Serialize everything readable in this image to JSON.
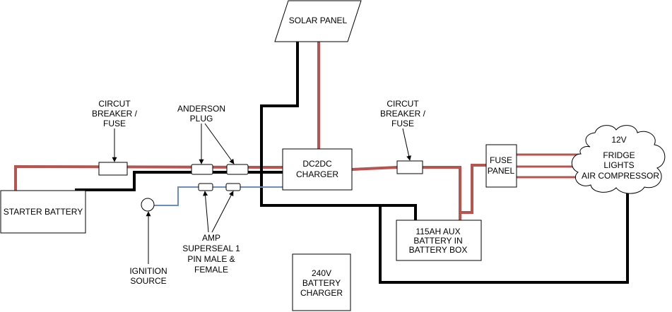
{
  "colors": {
    "positive_wire": "#b85450",
    "negative_wire": "#000000",
    "ignition_wire": "#6c8ebf"
  },
  "labels": {
    "solar_panel": [
      "SOLAR PANEL"
    ],
    "circuit_breaker_left": [
      "CIRCUT",
      "BREAKER /",
      "FUSE"
    ],
    "anderson_plug": [
      "ANDERSON",
      "PLUG"
    ],
    "circuit_breaker_right": [
      "CIRCUT",
      "BREAKER /",
      "FUSE"
    ],
    "dc2dc_charger": [
      "DC2DC",
      "CHARGER"
    ],
    "fuse_panel": [
      "FUSE",
      "PANEL"
    ],
    "loads": [
      "12V",
      "FRIDGE",
      "LIGHTS",
      "AIR COMPRESSOR"
    ],
    "starter_battery": [
      "STARTER BATTERY"
    ],
    "aux_battery": [
      "115AH AUX",
      "BATTERY IN",
      "BATTERY BOX"
    ],
    "amp_superseal": [
      "AMP",
      "SUPERSEAL 1",
      "PIN MALE &",
      "FEMALE"
    ],
    "ignition_source": [
      "IGNITION",
      "SOURCE"
    ],
    "battery_charger_240v": [
      "240V",
      "BATTERY",
      "CHARGER"
    ]
  }
}
